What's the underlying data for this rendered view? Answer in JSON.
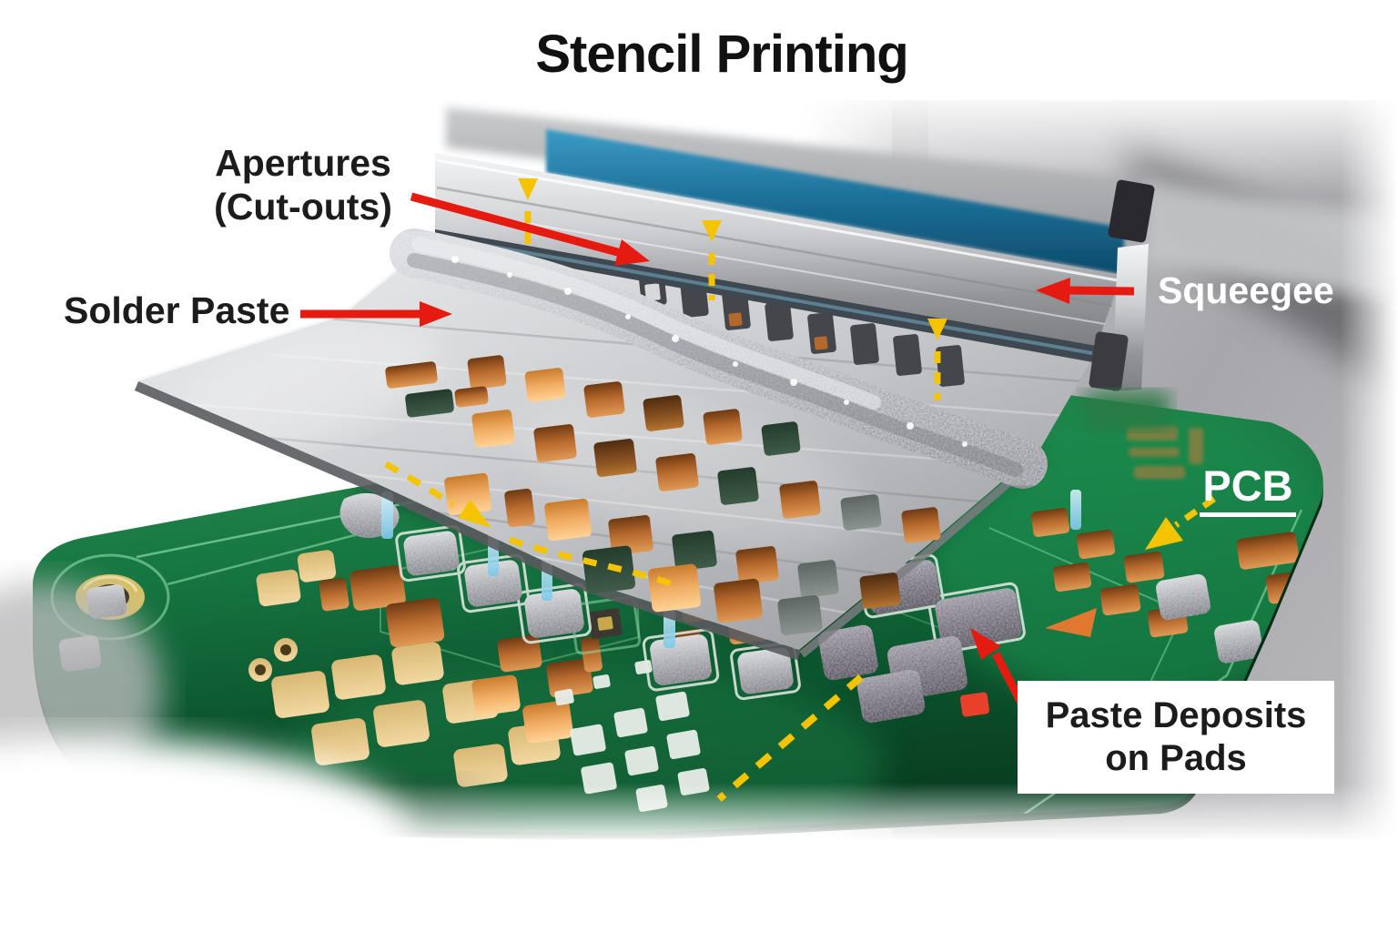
{
  "title": "Stencil Printing",
  "annotations": {
    "apertures": {
      "line1": "Apertures",
      "line2": "(Cut-outs)"
    },
    "solder_paste": {
      "label": "Solder Paste"
    },
    "squeegee": {
      "label": "Squeegee"
    },
    "pcb": {
      "label": "PCB"
    },
    "paste_deposits": {
      "line1": "Paste Deposits",
      "line2": "on Pads"
    }
  },
  "colors": {
    "annotation-red": "#e51a10",
    "direction-yellow": "#f4c400",
    "dark-label": "#1c1c1c",
    "light-label": "#ffffff",
    "pcb-green": "#15743f",
    "copper-orange": "#d0813c",
    "gold-pad": "#ecca8c",
    "stencil-steel": "#c9cacd",
    "squeegee-blue": "#1e6f97",
    "paste-silver": "#b4b7bb"
  }
}
